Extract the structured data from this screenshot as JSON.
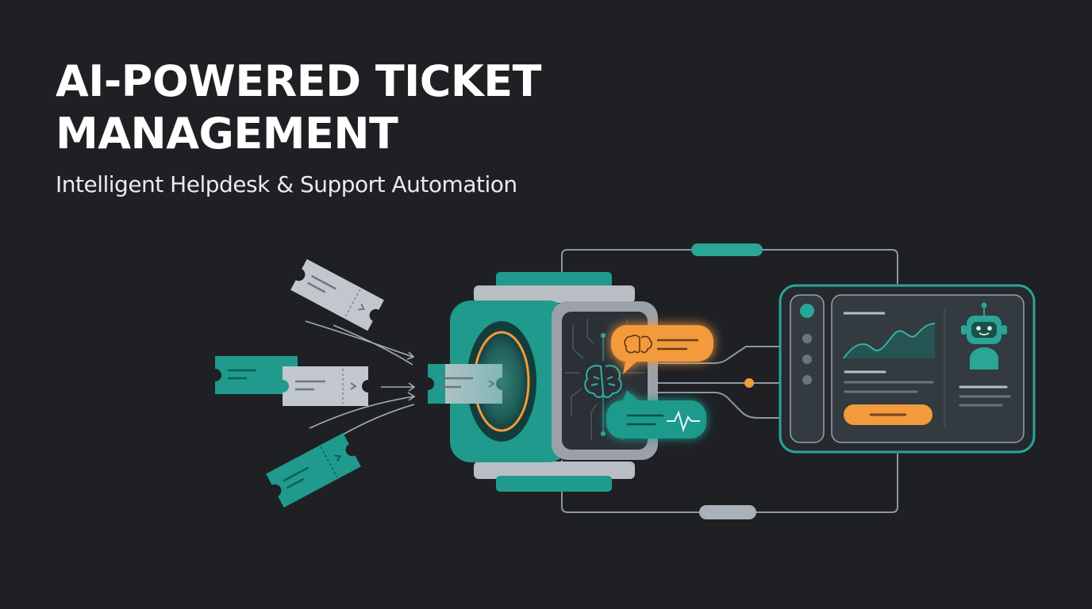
{
  "header": {
    "title_line1": "AI-POWERED TICKET",
    "title_line2": "MANAGEMENT",
    "subtitle": "Intelligent Helpdesk & Support Automation"
  },
  "colors": {
    "background": "#1e2024",
    "teal": "#1f9a8c",
    "teal_dark": "#147a6f",
    "gray_ticket": "#b9bec5",
    "orange": "#f39a3c",
    "line": "#9aa1a9"
  },
  "illustration": {
    "icons": [
      "ticket-icon",
      "processor-icon",
      "brain-icon",
      "chat-bubble-icon",
      "heartbeat-icon",
      "chart-icon",
      "robot-icon"
    ]
  }
}
